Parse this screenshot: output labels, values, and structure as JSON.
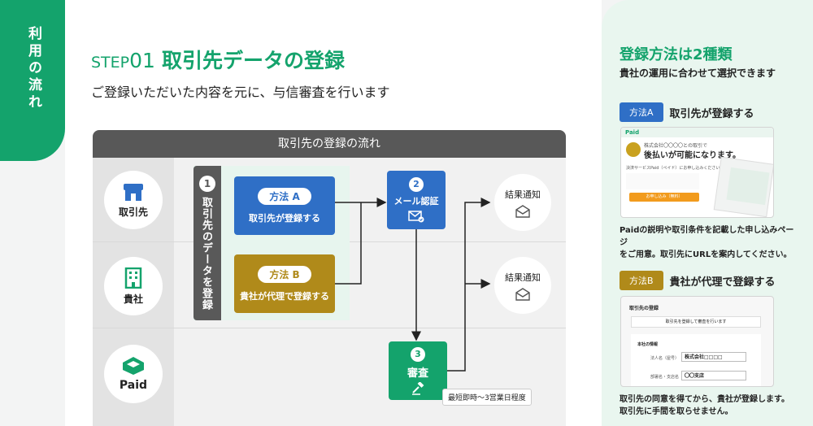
{
  "side_tab": {
    "label": "利用の流れ"
  },
  "header": {
    "step_prefix": "STEP",
    "step_number": "01",
    "title": "取引先データの登録",
    "subtitle": "ご登録いただいた内容を元に、与信審査を行います"
  },
  "diagram": {
    "title": "取引先の登録の流れ",
    "lanes": [
      {
        "label": "取引先",
        "icon": "shop-icon"
      },
      {
        "label": "貴社",
        "icon": "building-icon"
      },
      {
        "label": "Paid",
        "icon": "paid-logo"
      }
    ],
    "registration": {
      "number": "1",
      "label": "取引先のデータを登録"
    },
    "method_a": {
      "pill": "方法 A",
      "desc": "取引先が登録する"
    },
    "method_b": {
      "pill": "方法 B",
      "desc": "貴社が代理で登録する"
    },
    "step_mail": {
      "number": "2",
      "label": "メール認証",
      "icon": "mail-check-icon"
    },
    "step_review": {
      "number": "3",
      "label": "審査",
      "icon": "gavel-icon"
    },
    "results": [
      {
        "label": "結果通知",
        "icon": "envelope-icon"
      },
      {
        "label": "結果通知",
        "icon": "envelope-icon"
      }
    ],
    "review_note": "最短即時〜3営業日程度",
    "colors": {
      "blue": "#2f6fc6",
      "gold": "#b08a1a",
      "green": "#14a36c",
      "gray": "#585858"
    }
  },
  "right_panel": {
    "title": "登録方法は2種類",
    "subtitle": "貴社の運用に合わせて選択できます",
    "method_a": {
      "pill": "方法A",
      "label": "取引先が登録する",
      "caption_line1": "Paidの説明や取引条件を記載した申し込みページ",
      "caption_line2": "をご用意。取引先にURLを案内してください。",
      "shot": {
        "brand": "Paid",
        "line1": "株式会社〇〇〇〇との取引で",
        "line2": "後払いが可能になります。",
        "line3": "決済サービスPaid（ペイド）にお申し込みください。",
        "button": "お申し込み（無料）"
      }
    },
    "method_b": {
      "pill": "方法B",
      "label": "貴社が代理で登録する",
      "caption_line1": "取引先の同意を得てから、貴社が登録します。",
      "caption_line2": "取引先に手間を取らせません。",
      "shot": {
        "heading": "取引先の登録",
        "consent": "取引先を登録して審査を行います",
        "section": "本社の情報",
        "field1_label": "法人名（屋号）",
        "field1_value": "株式会社□□□□",
        "field2_label": "部署名・支店名",
        "field2_value": "〇〇支店"
      }
    }
  }
}
